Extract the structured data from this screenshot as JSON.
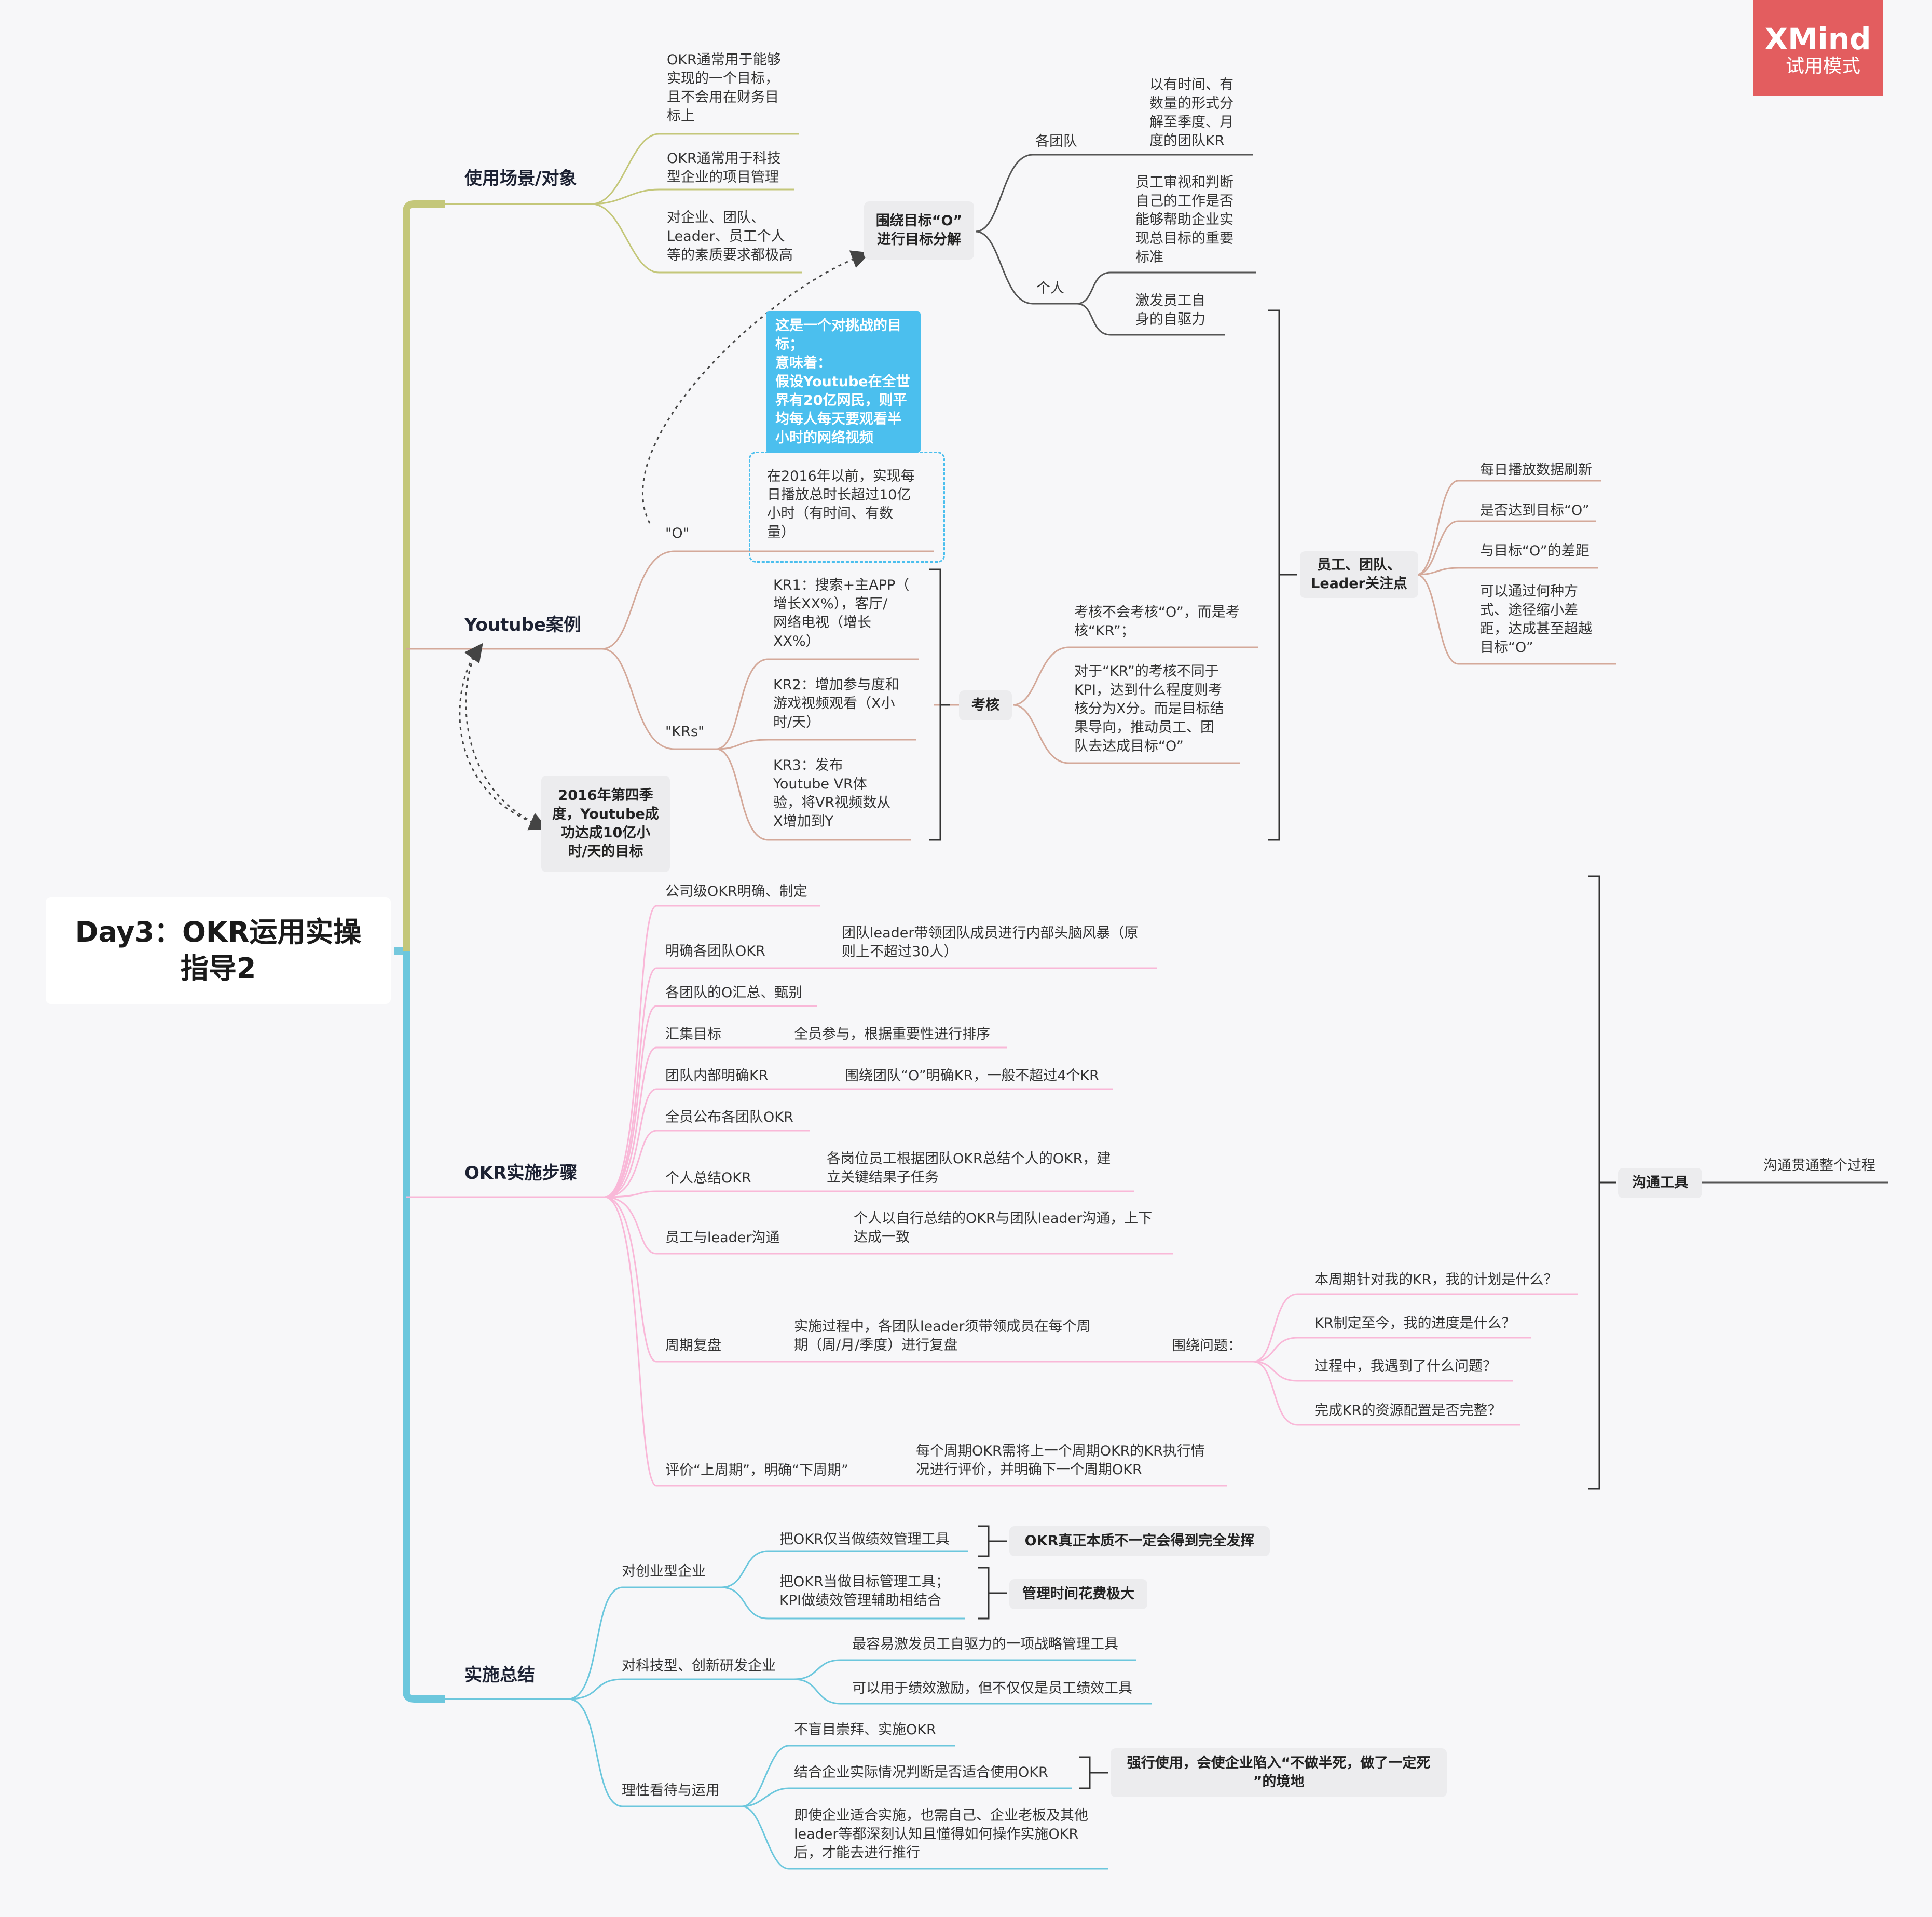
{
  "branding": {
    "name": "XMind",
    "mode": "试用模式"
  },
  "root": {
    "title": "Day3：OKR运用实操\n指导2"
  },
  "branches": {
    "usage": {
      "title": "使用场景/对象",
      "items": [
        "OKR通常用于能够\n实现的一个目标，\n且不会用在财务目\n标上",
        "OKR通常用于科技\n型企业的项目管理",
        "对企业、团队、\nLeader、员工个人\n等的素质要求都极高"
      ]
    },
    "youtube": {
      "title": "Youtube案例",
      "o_label": "\"O\"",
      "o_callout": "这是一个对挑战的目\n标；\n意味着：\n假设Youtube在全世\n界有20亿网民，则平\n均每人每天要观看半\n小时的网络视频",
      "o_text": "在2016年以前，实现每\n日播放总时长超过10亿\n小时（有时间、有数\n量）",
      "krs_label": "\"KRs\"",
      "krs": [
        "KR1：搜索+主APP（\n增长XX%），客厅/\n网络电视（增长\nXX%）",
        "KR2：增加参与度和\n游戏视频观看（X小\n时/天）",
        "KR3：发布\nYoutube VR体\n验，将VR视频数从\nX增加到Y"
      ],
      "result_box": "2016年第四季\n度，Youtube成\n功达成10亿小\n时/天的目标",
      "decompose_box": "围绕目标“O”\n进行目标分解",
      "team_label": "各团队",
      "team_text": "以有时间、有\n数量的形式分\n解至季度、月\n度的团队KR",
      "person_label": "个人",
      "person_items": [
        "员工审视和判断\n自己的工作是否\n能够帮助企业实\n现总目标的重要\n标准",
        "激发员工自\n身的自驱力"
      ],
      "assess_box": "考核",
      "assess_items": [
        "考核不会考核“O”，而是考\n核“KR”；",
        "对于“KR”的考核不同于\nKPI，达到什么程度则考\n核分为X分。而是目标结\n果导向，推动员工、团\n队去达成目标“O”"
      ],
      "focus_box": "员工、团队、\nLeader关注点",
      "focus_items": [
        "每日播放数据刷新",
        "是否达到目标“O”",
        "与目标“O”的差距",
        "可以通过何种方\n式、途径缩小差\n距，达成甚至超越\n目标“O”"
      ]
    },
    "steps": {
      "title": "OKR实施步骤",
      "items": [
        {
          "label": "公司级OKR明确、制定",
          "detail": ""
        },
        {
          "label": "明确各团队OKR",
          "detail": "团队leader带领团队成员进行内部头脑风暴（原\n则上不超过30人）"
        },
        {
          "label": "各团队的O汇总、甄别",
          "detail": ""
        },
        {
          "label": "汇集目标",
          "detail": "全员参与，根据重要性进行排序"
        },
        {
          "label": "团队内部明确KR",
          "detail": "围绕团队“O”明确KR，一般不超过4个KR"
        },
        {
          "label": "全员公布各团队OKR",
          "detail": ""
        },
        {
          "label": "个人总结OKR",
          "detail": "各岗位员工根据团队OKR总结个人的OKR，建\n立关键结果子任务"
        },
        {
          "label": "员工与leader沟通",
          "detail": "个人以自行总结的OKR与团队leader沟通，上下\n达成一致"
        },
        {
          "label": "周期复盘",
          "detail": "实施过程中，各团队leader须带领成员在每个周\n期（周/月/季度）进行复盘"
        },
        {
          "label": "评价“上周期”，明确“下周期”",
          "detail": "每个周期OKR需将上一个周期OKR的KR执行情\n况进行评价，并明确下一个周期OKR"
        }
      ],
      "review_label": "围绕问题：",
      "review_questions": [
        "本周期针对我的KR，我的计划是什么？",
        "KR制定至今，我的进度是什么？",
        "过程中，我遇到了什么问题？",
        "完成KR的资源配置是否完整？"
      ],
      "comm_box": "沟通工具",
      "comm_note": "沟通贯通整个过程"
    },
    "summary": {
      "title": "实施总结",
      "startup": {
        "label": "对创业型企业",
        "items": [
          "把OKR仅当做绩效管理工具",
          "把OKR当做目标管理工具；\nKPI做绩效管理辅助相结合"
        ],
        "boxes": [
          "OKR真正本质不一定会得到完全发挥",
          "管理时间花费极大"
        ]
      },
      "tech": {
        "label": "对科技型、创新研发企业",
        "items": [
          "最容易激发员工自驱力的一项战略管理工具",
          "可以用于绩效激励，但不仅仅是员工绩效工具"
        ]
      },
      "rational": {
        "label": "理性看待与运用",
        "items": [
          "不盲目崇拜、实施OKR",
          "结合企业实际情况判断是否适合使用OKR",
          "即使企业适合实施，也需自己、企业老板及其他\nleader等都深刻认知且懂得如何操作实施OKR\n后，才能去进行推行"
        ],
        "box": "强行使用，会使企业陷入“不做半死，做了一定死\n”的境地"
      }
    }
  },
  "colors": {
    "branch_usage": "#c4c77a",
    "branch_youtube": "#d4a99a",
    "branch_steps": "#f9b8d8",
    "branch_summary": "#6cc7dd",
    "trunk_lower": "#75c8dd",
    "decompose_lines": "#555555",
    "callout": "#4bbfee",
    "brand": "#e35d5f"
  }
}
